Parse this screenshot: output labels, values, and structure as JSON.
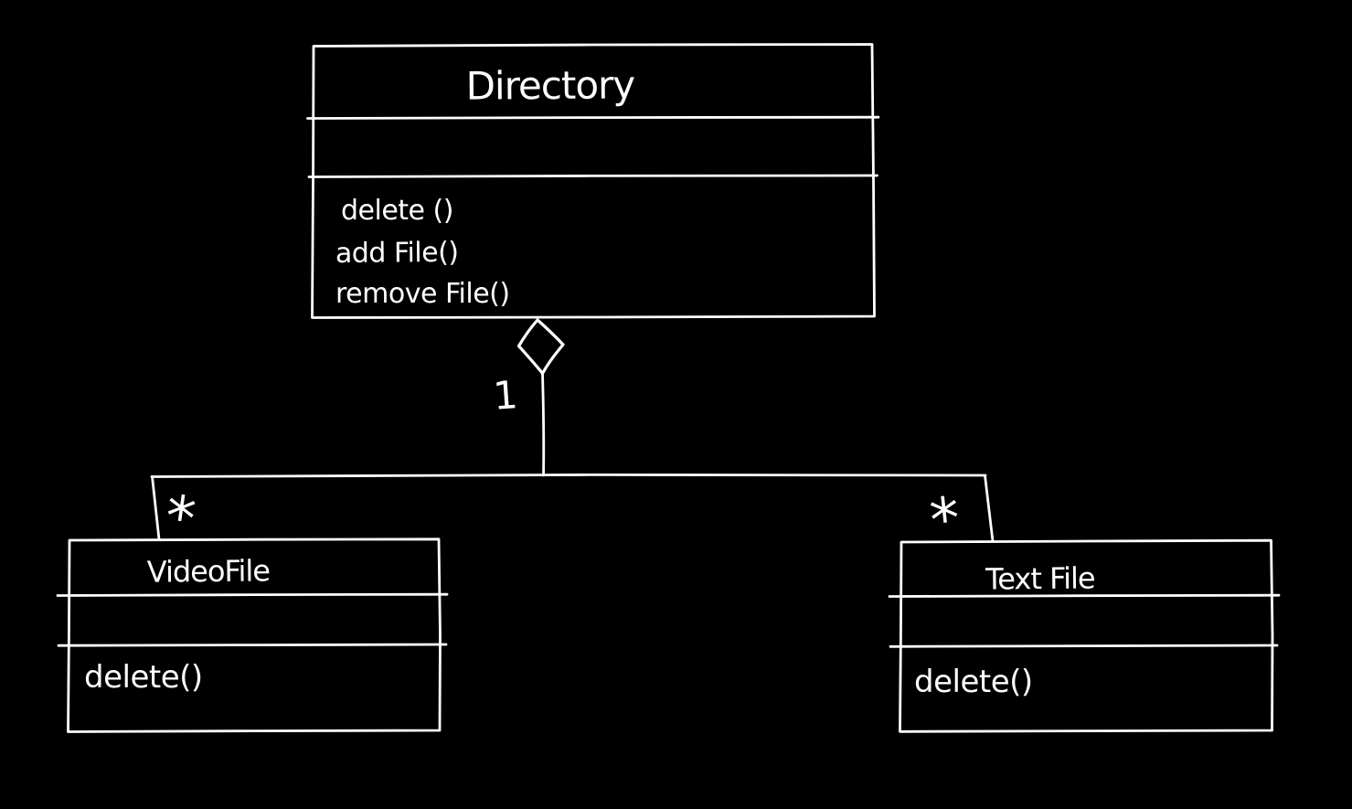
{
  "canvas": {
    "background": "#000000",
    "stroke_color": "#ffffff",
    "style": "hand-drawn whiteboard sketch"
  },
  "diagram": {
    "type": "uml-class-diagram",
    "classes": [
      {
        "name": "Directory",
        "attributes": [],
        "methods": [
          "delete ()",
          "add File()",
          "remove File()"
        ]
      },
      {
        "name": "VideoFile",
        "attributes": [],
        "methods": [
          "delete()"
        ]
      },
      {
        "name": "Text File",
        "attributes": [],
        "methods": [
          "delete()"
        ]
      }
    ],
    "relationships": [
      {
        "type": "aggregation",
        "parent": "Directory",
        "child": "VideoFile",
        "parent_multiplicity": "1",
        "child_multiplicity": "*"
      },
      {
        "type": "aggregation",
        "parent": "Directory",
        "child": "Text File",
        "parent_multiplicity": "1",
        "child_multiplicity": "*"
      }
    ]
  }
}
